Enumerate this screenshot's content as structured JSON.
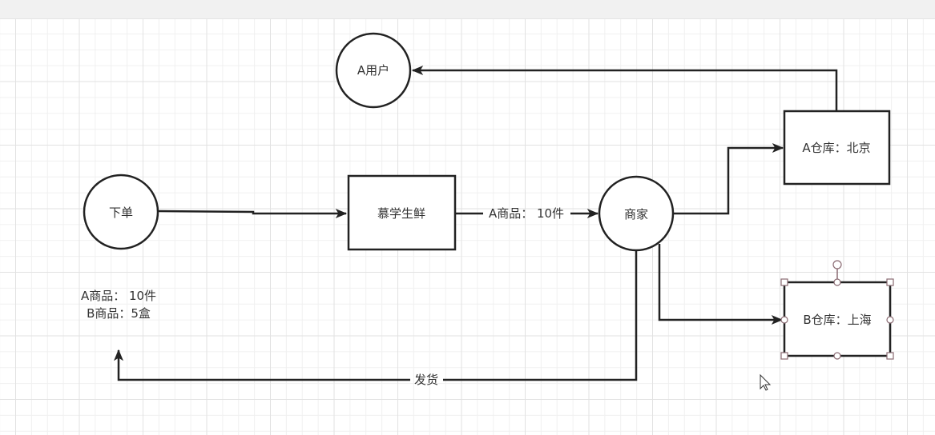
{
  "nodes": {
    "user_a": {
      "label": "A用户",
      "shape": "circle"
    },
    "order": {
      "label": "下单",
      "shape": "circle"
    },
    "platform": {
      "label": "慕学生鲜",
      "shape": "rectangle"
    },
    "merchant": {
      "label": "商家",
      "shape": "circle"
    },
    "warehouse_a": {
      "label": "A仓库：北京",
      "shape": "rectangle"
    },
    "warehouse_b": {
      "label": "B仓库：上海",
      "shape": "rectangle",
      "selected": true
    }
  },
  "edges": {
    "order_to_platform": {
      "from": "下单",
      "to": "慕学生鲜",
      "label": ""
    },
    "platform_to_merchant": {
      "from": "慕学生鲜",
      "to": "商家",
      "label": "A商品： 10件"
    },
    "merchant_to_warehouse_a": {
      "from": "商家",
      "to": "A仓库：北京",
      "label": ""
    },
    "warehouse_a_to_user_a": {
      "from": "A仓库：北京",
      "to": "A用户",
      "label": ""
    },
    "merchant_to_warehouse_b": {
      "from": "商家",
      "to": "B仓库：上海",
      "label": ""
    },
    "merchant_to_order": {
      "from": "商家",
      "to": "下单",
      "label": "发货"
    }
  },
  "notes": {
    "order_items": [
      "A商品： 10件",
      "B商品：5盒"
    ]
  },
  "colors": {
    "stroke": "#222222",
    "text": "#333333",
    "selection": "#8a6a72",
    "grid_major": "#e2e2e2",
    "grid_minor": "#f0f0f0"
  }
}
